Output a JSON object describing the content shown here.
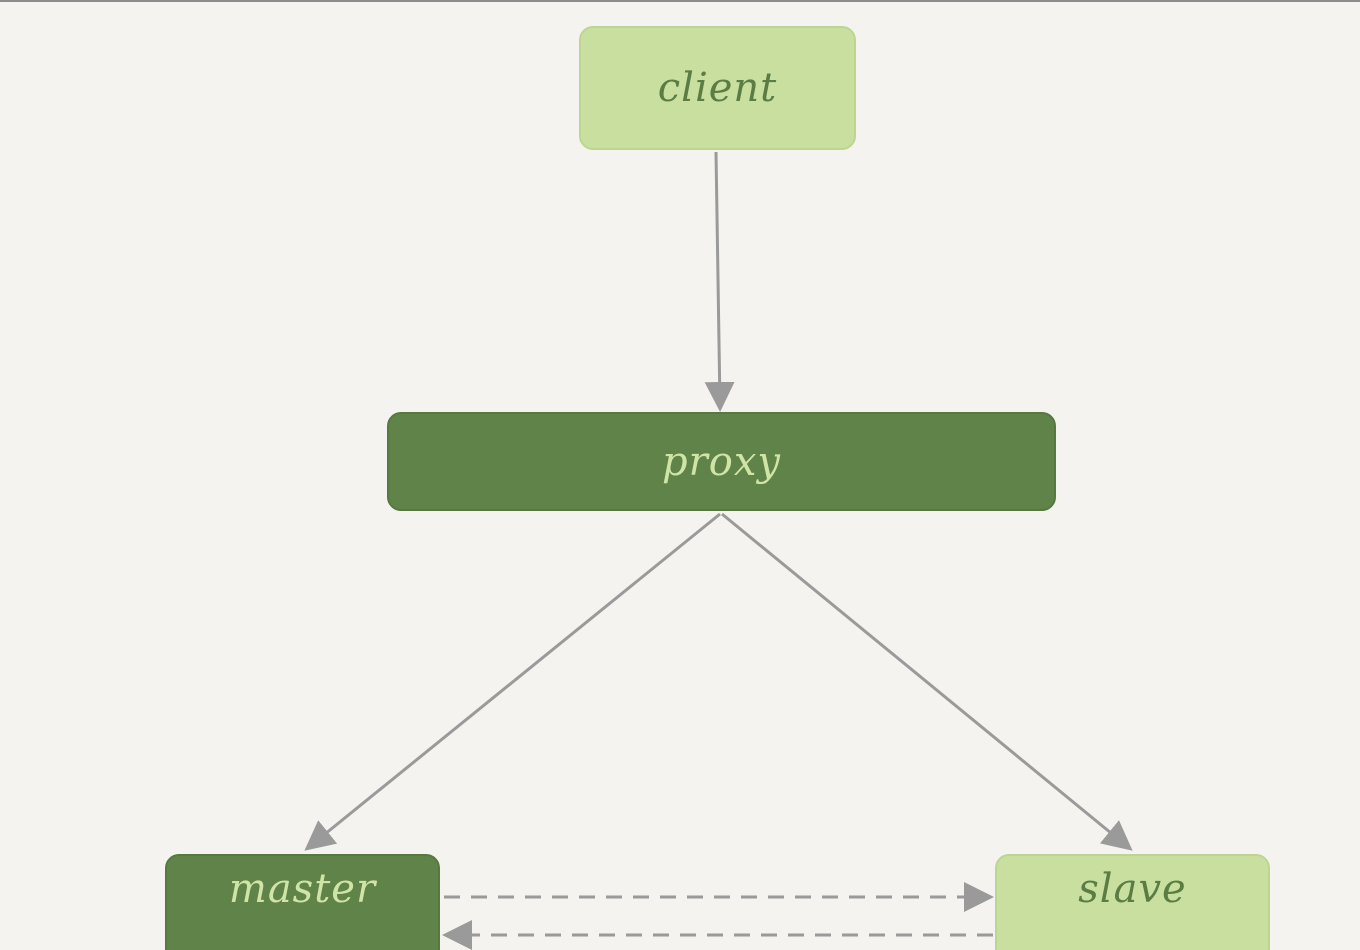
{
  "diagram": {
    "nodes": {
      "client": "client",
      "proxy": "proxy",
      "master": "master",
      "slave": "slave"
    },
    "edges": [
      {
        "from": "client",
        "to": "proxy",
        "style": "solid"
      },
      {
        "from": "proxy",
        "to": "master",
        "style": "solid"
      },
      {
        "from": "proxy",
        "to": "slave",
        "style": "solid"
      },
      {
        "from": "master",
        "to": "slave",
        "style": "dashed"
      },
      {
        "from": "slave",
        "to": "master",
        "style": "dashed"
      }
    ],
    "colors": {
      "background": "#f4f3ef",
      "light_node": "#c9dfa0",
      "dark_node": "#5f8348",
      "arrow": "#9a9a9a"
    }
  }
}
